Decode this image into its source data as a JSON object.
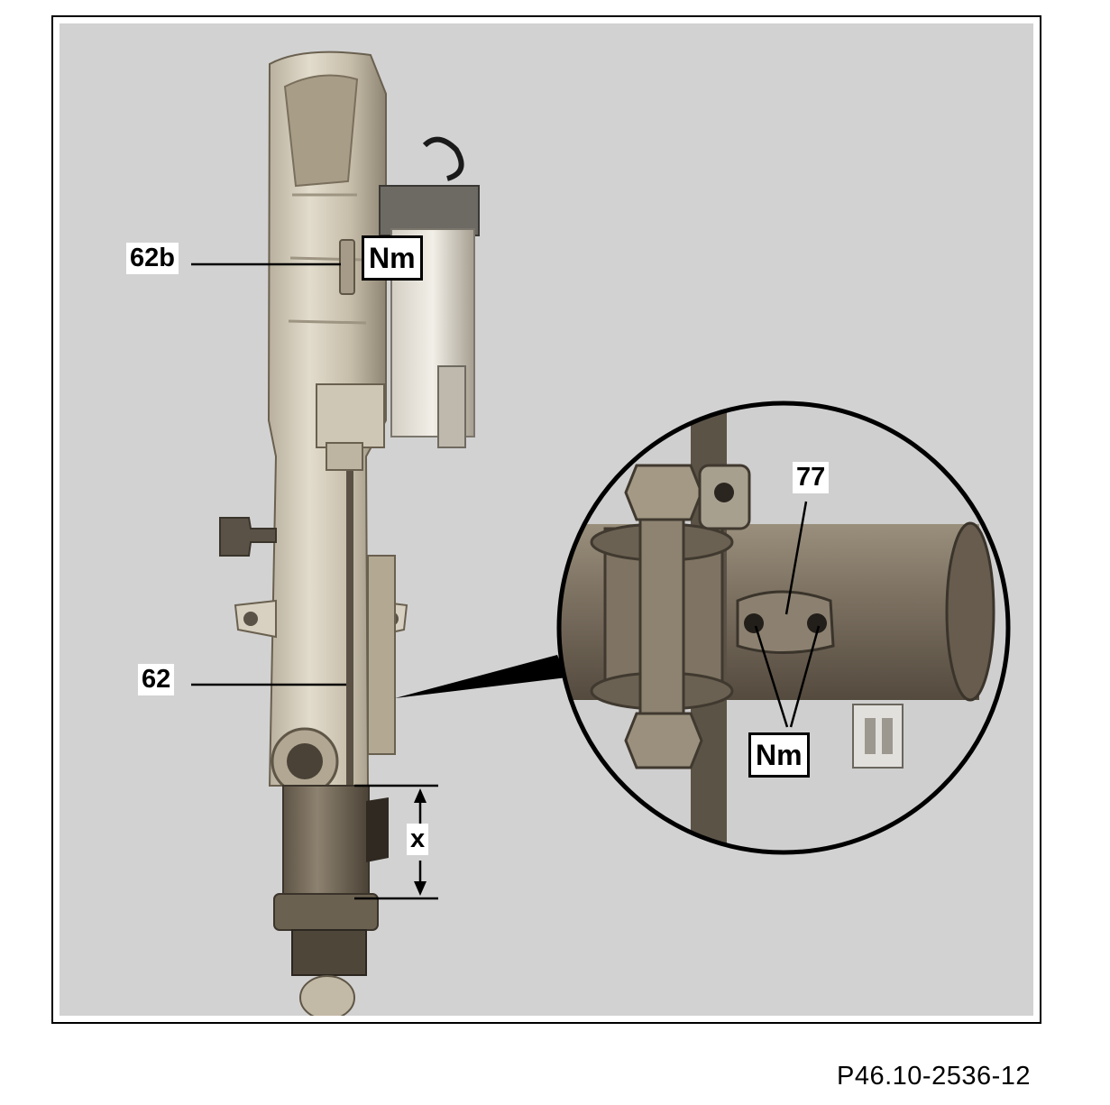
{
  "figure": {
    "callouts": {
      "part_62b": "62b",
      "part_62": "62",
      "part_77": "77",
      "dimension_x": "x",
      "torque_upper": "Nm",
      "torque_detail": "Nm"
    },
    "caption": "P46.10-2536-12"
  },
  "colors": {
    "background": "#d2d2d2",
    "metal_light": "#c8bfae",
    "metal_dark": "#6e6454",
    "line": "#000000"
  }
}
